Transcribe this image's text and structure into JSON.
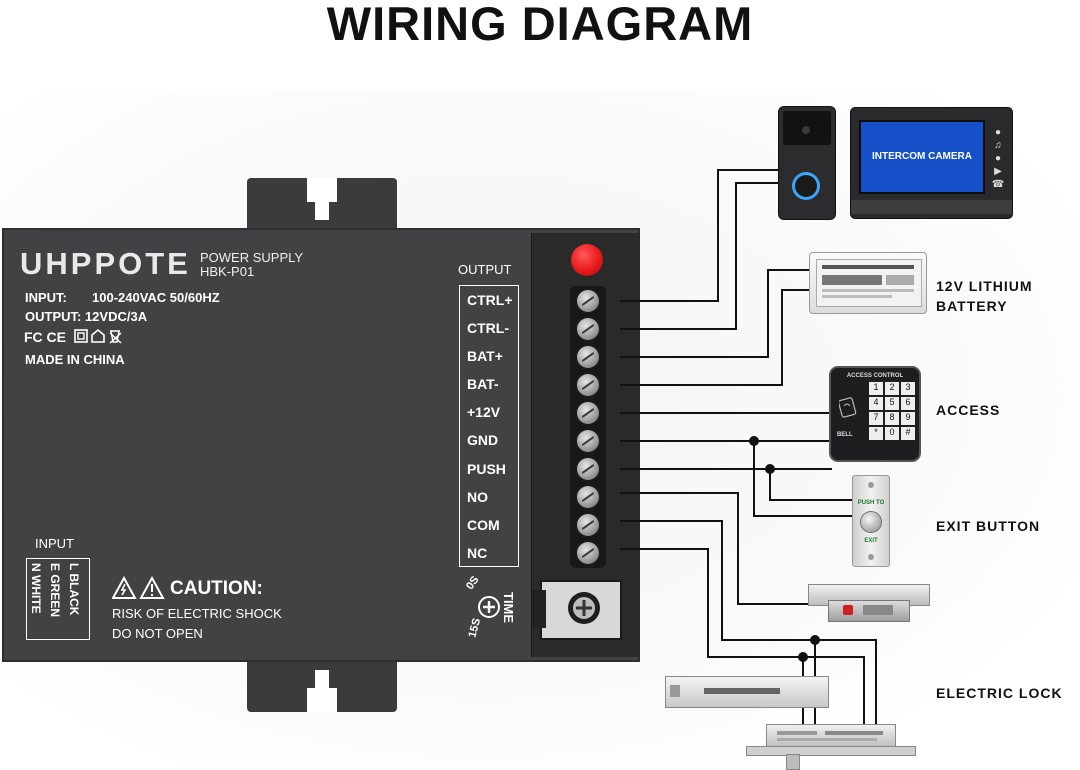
{
  "title": "WIRING DIAGRAM",
  "psu": {
    "brand": "UHPPOTE",
    "product_line1": "POWER SUPPLY",
    "product_line2": "HBK-P01",
    "input_spec_label": "INPUT:",
    "input_spec_value": "100-240VAC 50/60HZ",
    "output_spec": "OUTPUT: 12VDC/3A",
    "certs": "FC CE",
    "made_in": "MADE IN CHINA",
    "input_heading": "INPUT",
    "input_wires": [
      "L  BLACK",
      "E  GREEN",
      "N  WHITE"
    ],
    "caution_title": "CAUTION:",
    "caution_line1": "RISK OF ELECTRIC SHOCK",
    "caution_line2": "DO NOT OPEN",
    "output_heading": "OUTPUT",
    "terminals": [
      "CTRL+",
      "CTRL-",
      "BAT+",
      "BAT-",
      "+12V",
      "GND",
      "PUSH",
      "NO",
      "COM",
      "NC"
    ],
    "time_label": "TIME",
    "time_min": "0S",
    "time_max": "15S"
  },
  "devices": {
    "intercom_screen": "INTERCOM CAMERA",
    "battery_label_line1": "12V LITHIUM",
    "battery_label_line2": "BATTERY",
    "access_label": "ACCESS",
    "keypad_header": "ACCESS CONTROL",
    "keypad_keys": [
      "1",
      "2",
      "3",
      "4",
      "5",
      "6",
      "7",
      "8",
      "9",
      "*",
      "0",
      "#"
    ],
    "keypad_bell": "BELL",
    "exit_button_label": "EXIT BUTTON",
    "exit_plate_top": "PUSH TO",
    "exit_plate_bottom": "EXIT",
    "lock_label": "ELECTRIC LOCK"
  },
  "colors": {
    "psu_body": "#424244",
    "strip": "#2a2a2b",
    "led": "#e8191b",
    "screen": "#1550c8",
    "exit_green": "#1b7a2b"
  }
}
